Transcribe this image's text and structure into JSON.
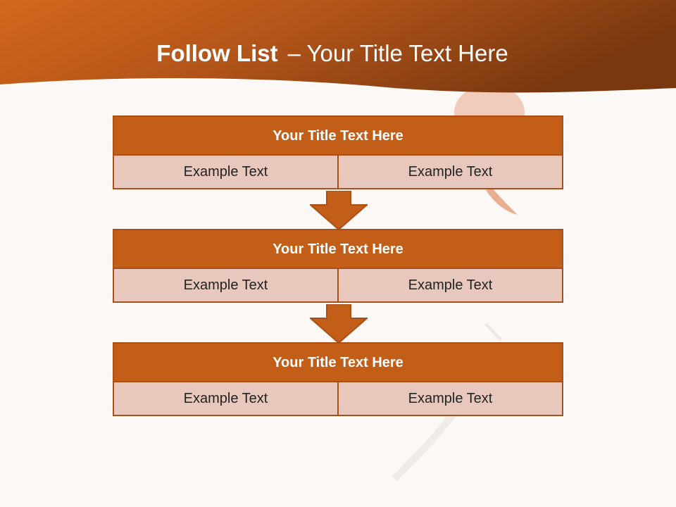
{
  "slide": {
    "title_bold": "Follow List",
    "title_rest": "– Your Title Text Here"
  },
  "blocks": [
    {
      "title": "Your Title Text Here",
      "left": "Example Text",
      "right": "Example Text"
    },
    {
      "title": "Your Title Text Here",
      "left": "Example Text",
      "right": "Example Text"
    },
    {
      "title": "Your Title Text Here",
      "left": "Example Text",
      "right": "Example Text"
    }
  ],
  "colors": {
    "banner_dark": "#7d3a10",
    "banner_light": "#d06a1c",
    "header_fill": "#c35e18",
    "cell_fill": "#e8c8bd",
    "border": "#a9501a",
    "background": "#fcf8f5"
  }
}
